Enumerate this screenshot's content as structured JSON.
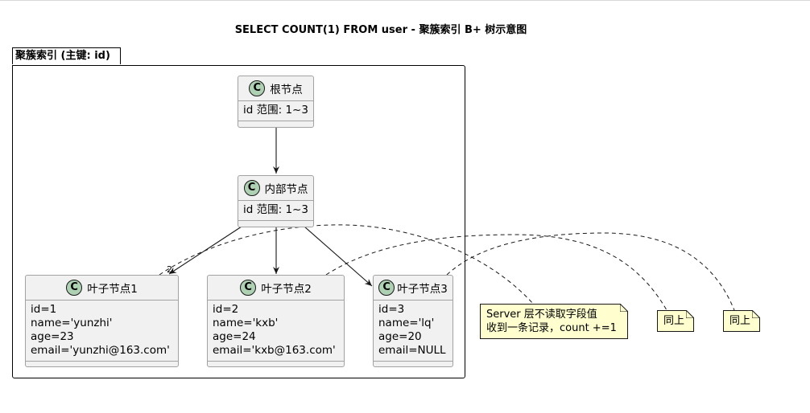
{
  "diagram": {
    "title": "SELECT COUNT(1) FROM user - 聚簇索引 B+ 树示意图",
    "package_label": "聚簇索引 (主键: id)",
    "class_icon_letter": "C",
    "colors": {
      "class_fill": "#f1f1f1",
      "class_border": "#a2a2a2",
      "icon_fill": "#add1b2",
      "note_fill": "#fefece",
      "line": "#181818"
    },
    "nodes": {
      "root": {
        "title": "根节点",
        "attrs": [
          "id 范围: 1~3"
        ]
      },
      "internal": {
        "title": "内部节点",
        "attrs": [
          "id 范围: 1~3"
        ]
      },
      "leaf1": {
        "title": "叶子节点1",
        "attrs": [
          "id=1",
          "name='yunzhi'",
          "age=23",
          "email='yunzhi@163.com'"
        ]
      },
      "leaf2": {
        "title": "叶子节点2",
        "attrs": [
          "id=2",
          "name='kxb'",
          "age=24",
          "email='kxb@163.com'"
        ]
      },
      "leaf3": {
        "title": "叶子节点3",
        "attrs": [
          "id=3",
          "name='lq'",
          "age=20",
          "email=NULL"
        ]
      }
    },
    "notes": {
      "note1": {
        "lines": [
          "Server 层不读取字段值",
          "收到一条记录，count +=1"
        ]
      },
      "note2": {
        "lines": [
          "同上"
        ]
      },
      "note3": {
        "lines": [
          "同上"
        ]
      }
    },
    "edge_label": "2"
  }
}
